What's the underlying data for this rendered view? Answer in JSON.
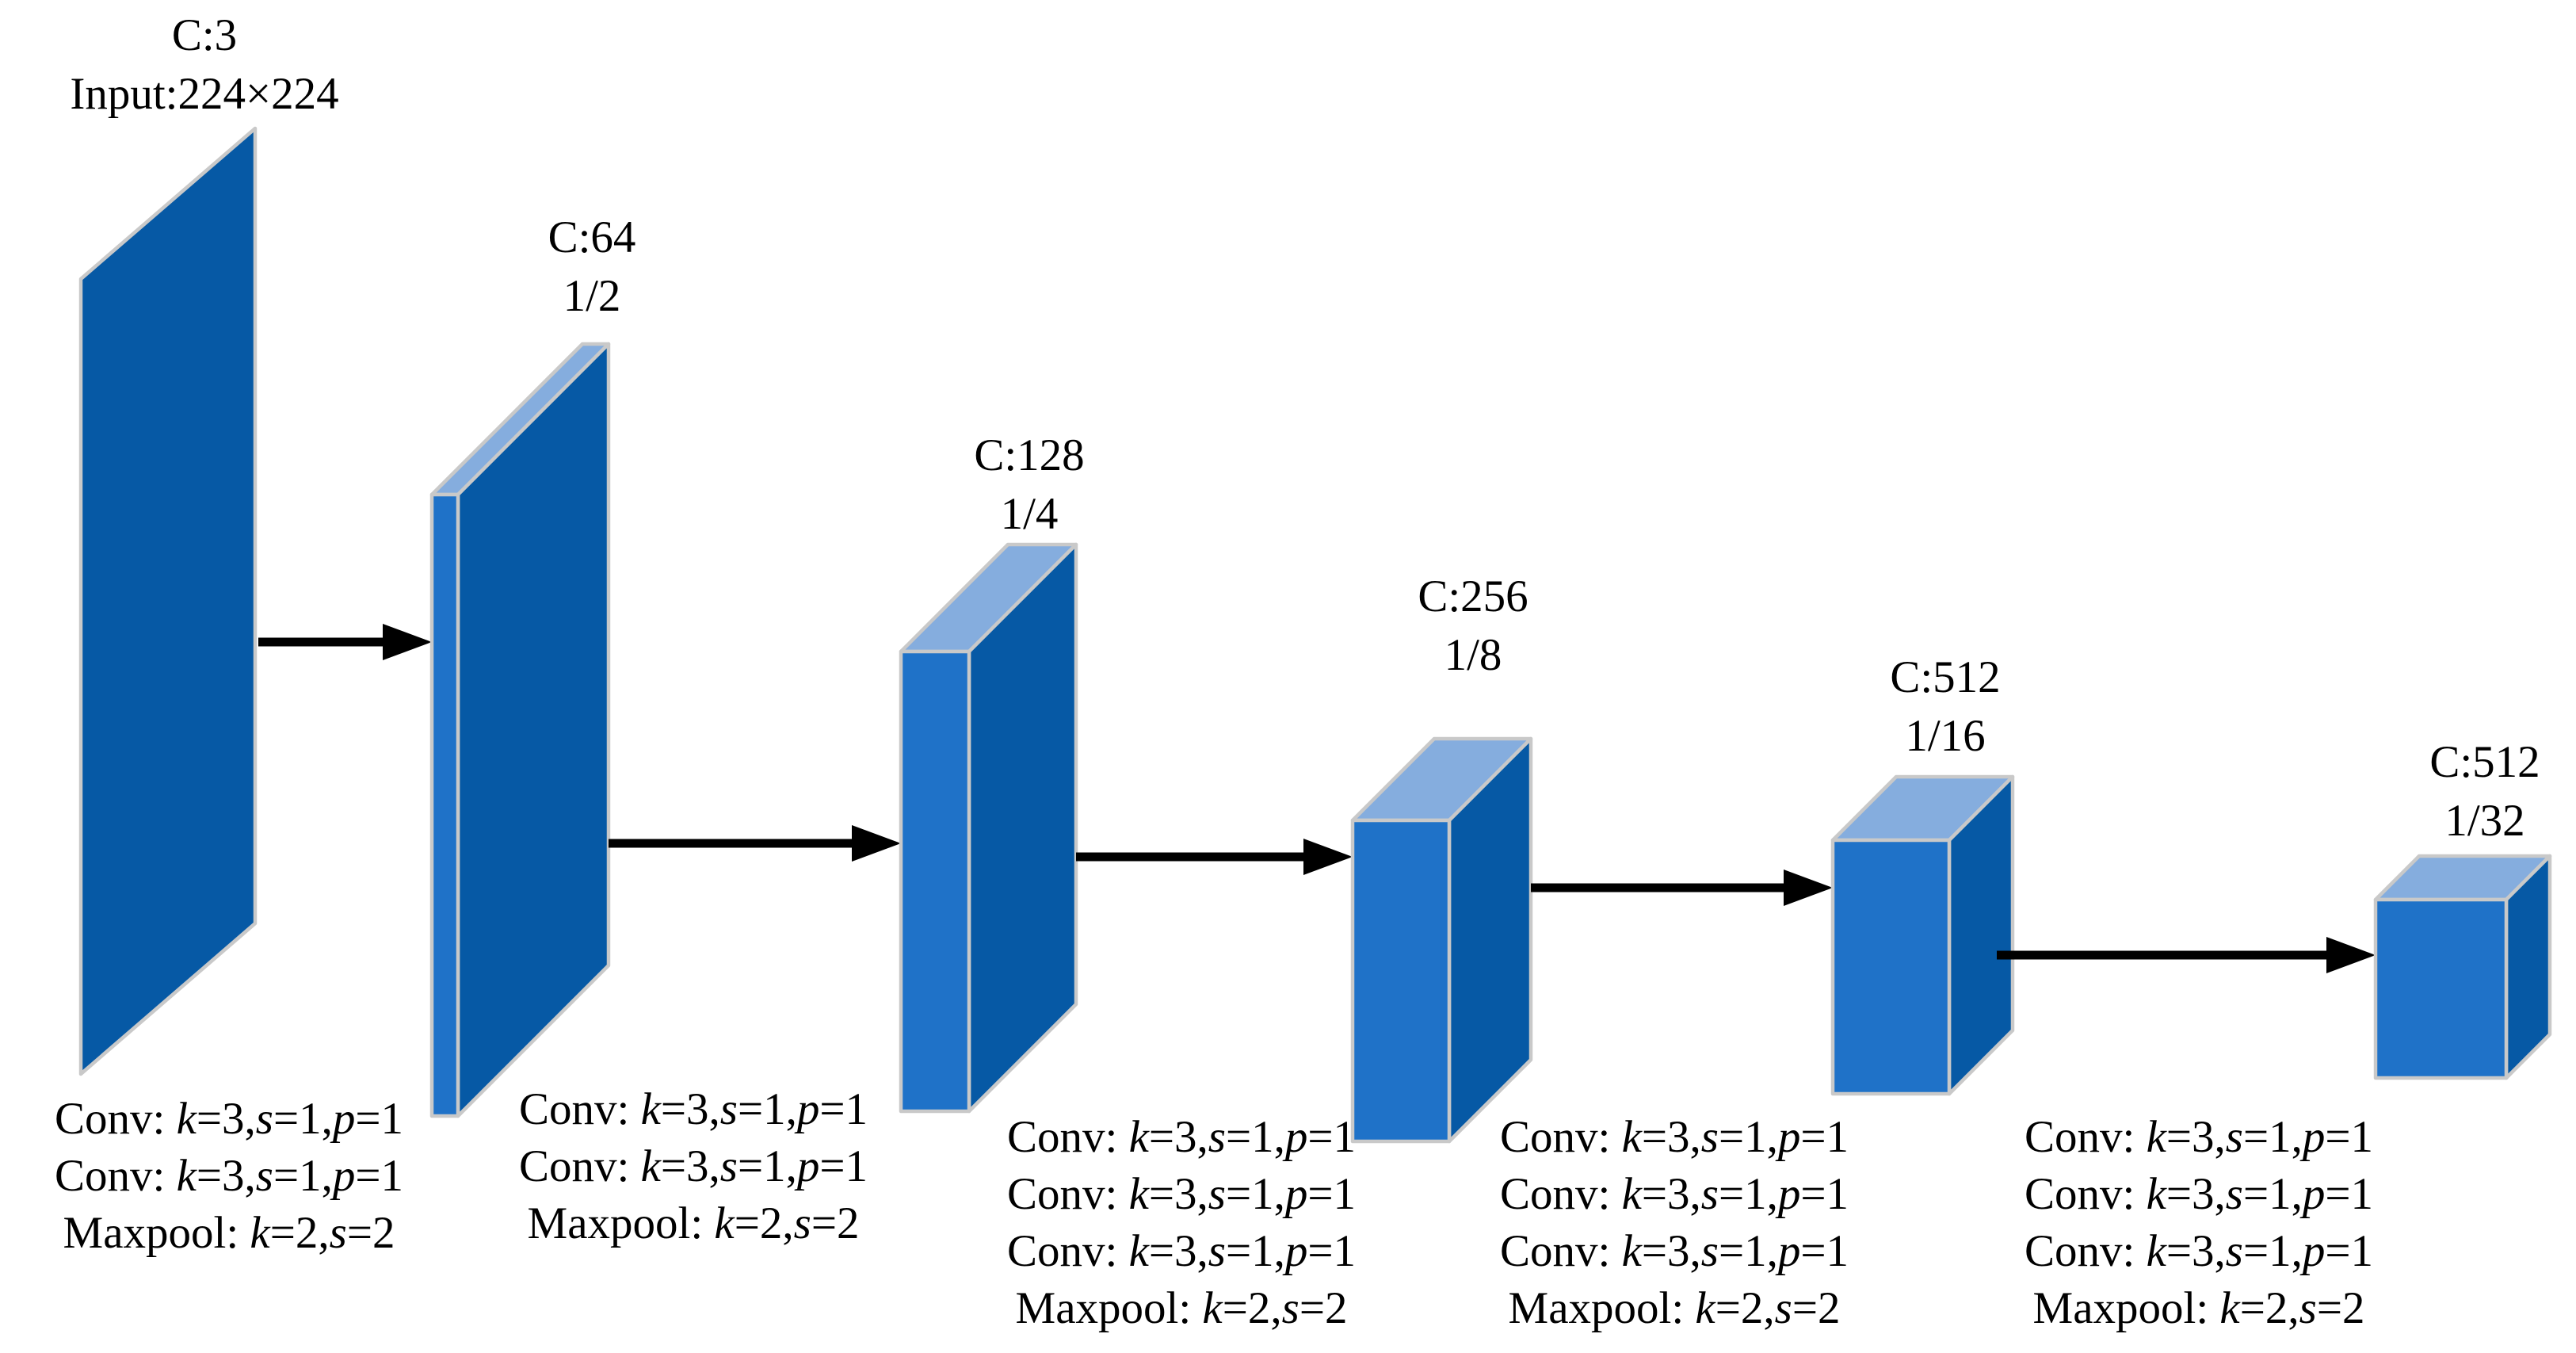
{
  "colors": {
    "face_front": "#1F72C8",
    "face_side": "#0659A5",
    "face_top": "#85ADDE",
    "edge": "#C9C9C9",
    "arrow": "#000000",
    "text": "#000000",
    "background": "#FFFFFF"
  },
  "blocks": [
    {
      "name": "input",
      "top_label": "C:3",
      "bottom_label": "Input:224×224"
    },
    {
      "name": "stage-1",
      "top_label": "C:64",
      "bottom_label": "1/2"
    },
    {
      "name": "stage-2",
      "top_label": "C:128",
      "bottom_label": "1/4"
    },
    {
      "name": "stage-3",
      "top_label": "C:256",
      "bottom_label": "1/8"
    },
    {
      "name": "stage-4",
      "top_label": "C:512",
      "bottom_label": "1/16"
    },
    {
      "name": "stage-5",
      "top_label": "C:512",
      "bottom_label": "1/32"
    }
  ],
  "operation_groups": [
    {
      "lines": [
        [
          [
            "Conv: ",
            false
          ],
          [
            "k",
            true
          ],
          [
            "=3,",
            false
          ],
          [
            "s",
            true
          ],
          [
            "=1,",
            false
          ],
          [
            "p",
            true
          ],
          [
            "=1",
            false
          ]
        ],
        [
          [
            "Conv: ",
            false
          ],
          [
            "k",
            true
          ],
          [
            "=3,",
            false
          ],
          [
            "s",
            true
          ],
          [
            "=1,",
            false
          ],
          [
            "p",
            true
          ],
          [
            "=1",
            false
          ]
        ],
        [
          [
            "Maxpool: ",
            false
          ],
          [
            "k",
            true
          ],
          [
            "=2,",
            false
          ],
          [
            "s",
            true
          ],
          [
            "=2",
            false
          ]
        ]
      ]
    },
    {
      "lines": [
        [
          [
            "Conv: ",
            false
          ],
          [
            "k",
            true
          ],
          [
            "=3,",
            false
          ],
          [
            "s",
            true
          ],
          [
            "=1,",
            false
          ],
          [
            "p",
            true
          ],
          [
            "=1",
            false
          ]
        ],
        [
          [
            "Conv: ",
            false
          ],
          [
            "k",
            true
          ],
          [
            "=3,",
            false
          ],
          [
            "s",
            true
          ],
          [
            "=1,",
            false
          ],
          [
            "p",
            true
          ],
          [
            "=1",
            false
          ]
        ],
        [
          [
            "Maxpool: ",
            false
          ],
          [
            "k",
            true
          ],
          [
            "=2,",
            false
          ],
          [
            "s",
            true
          ],
          [
            "=2",
            false
          ]
        ]
      ]
    },
    {
      "lines": [
        [
          [
            "Conv: ",
            false
          ],
          [
            "k",
            true
          ],
          [
            "=3,",
            false
          ],
          [
            "s",
            true
          ],
          [
            "=1,",
            false
          ],
          [
            "p",
            true
          ],
          [
            "=1",
            false
          ]
        ],
        [
          [
            "Conv: ",
            false
          ],
          [
            "k",
            true
          ],
          [
            "=3,",
            false
          ],
          [
            "s",
            true
          ],
          [
            "=1,",
            false
          ],
          [
            "p",
            true
          ],
          [
            "=1",
            false
          ]
        ],
        [
          [
            "Conv: ",
            false
          ],
          [
            "k",
            true
          ],
          [
            "=3,",
            false
          ],
          [
            "s",
            true
          ],
          [
            "=1,",
            false
          ],
          [
            "p",
            true
          ],
          [
            "=1",
            false
          ]
        ],
        [
          [
            "Maxpool: ",
            false
          ],
          [
            "k",
            true
          ],
          [
            "=2,",
            false
          ],
          [
            "s",
            true
          ],
          [
            "=2",
            false
          ]
        ]
      ]
    },
    {
      "lines": [
        [
          [
            "Conv: ",
            false
          ],
          [
            "k",
            true
          ],
          [
            "=3,",
            false
          ],
          [
            "s",
            true
          ],
          [
            "=1,",
            false
          ],
          [
            "p",
            true
          ],
          [
            "=1",
            false
          ]
        ],
        [
          [
            "Conv: ",
            false
          ],
          [
            "k",
            true
          ],
          [
            "=3,",
            false
          ],
          [
            "s",
            true
          ],
          [
            "=1,",
            false
          ],
          [
            "p",
            true
          ],
          [
            "=1",
            false
          ]
        ],
        [
          [
            "Conv: ",
            false
          ],
          [
            "k",
            true
          ],
          [
            "=3,",
            false
          ],
          [
            "s",
            true
          ],
          [
            "=1,",
            false
          ],
          [
            "p",
            true
          ],
          [
            "=1",
            false
          ]
        ],
        [
          [
            "Maxpool: ",
            false
          ],
          [
            "k",
            true
          ],
          [
            "=2,",
            false
          ],
          [
            "s",
            true
          ],
          [
            "=2",
            false
          ]
        ]
      ]
    },
    {
      "lines": [
        [
          [
            "Conv: ",
            false
          ],
          [
            "k",
            true
          ],
          [
            "=3,",
            false
          ],
          [
            "s",
            true
          ],
          [
            "=1,",
            false
          ],
          [
            "p",
            true
          ],
          [
            "=1",
            false
          ]
        ],
        [
          [
            "Conv: ",
            false
          ],
          [
            "k",
            true
          ],
          [
            "=3,",
            false
          ],
          [
            "s",
            true
          ],
          [
            "=1,",
            false
          ],
          [
            "p",
            true
          ],
          [
            "=1",
            false
          ]
        ],
        [
          [
            "Conv: ",
            false
          ],
          [
            "k",
            true
          ],
          [
            "=3,",
            false
          ],
          [
            "s",
            true
          ],
          [
            "=1,",
            false
          ],
          [
            "p",
            true
          ],
          [
            "=1",
            false
          ]
        ],
        [
          [
            "Maxpool: ",
            false
          ],
          [
            "k",
            true
          ],
          [
            "=2,",
            false
          ],
          [
            "s",
            true
          ],
          [
            "=2",
            false
          ]
        ]
      ]
    }
  ]
}
